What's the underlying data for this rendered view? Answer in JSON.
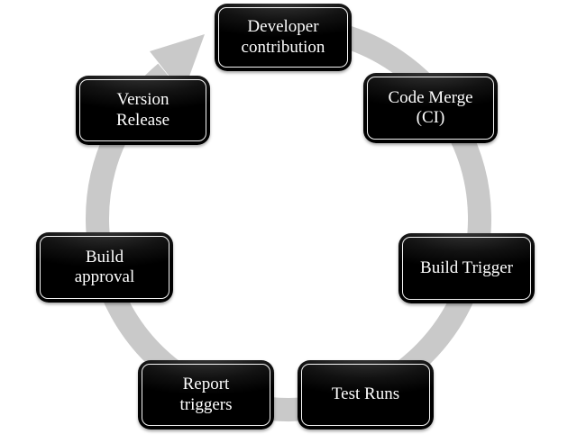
{
  "diagram": {
    "type": "cycle",
    "direction": "clockwise",
    "nodes": [
      {
        "id": "developer-contribution",
        "label": "Developer\ncontribution"
      },
      {
        "id": "code-merge-ci",
        "label": "Code Merge\n(CI)"
      },
      {
        "id": "build-trigger",
        "label": "Build Trigger"
      },
      {
        "id": "test-runs",
        "label": "Test Runs"
      },
      {
        "id": "report-triggers",
        "label": "Report\ntriggers"
      },
      {
        "id": "build-approval",
        "label": "Build\napproval"
      },
      {
        "id": "version-release",
        "label": "Version\nRelease"
      }
    ],
    "colors": {
      "ring": "#c9c9c9",
      "arrowhead": "#c9c9c9",
      "box_fill": "#000000",
      "box_inner_border": "#f5f5f5",
      "text": "#ffffff",
      "background": "#ffffff"
    }
  }
}
